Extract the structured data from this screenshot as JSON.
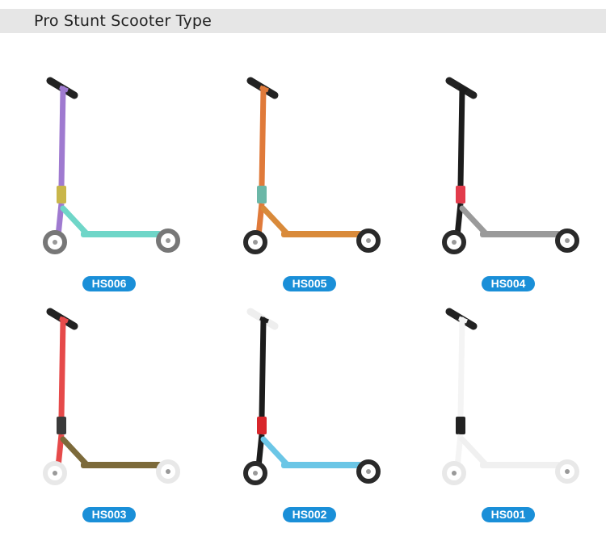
{
  "header": {
    "title": "Pro Stunt Scooter Type"
  },
  "products": [
    {
      "code": "HS006",
      "bar_color": "#9f7ad0",
      "deck_color": "#6fd6c8",
      "wheel_color": "#777777",
      "clamp_color": "#c9b64a",
      "grip_color": "#222222"
    },
    {
      "code": "HS005",
      "bar_color": "#e07a3a",
      "deck_color": "#d98a3a",
      "wheel_color": "#2a2a2a",
      "clamp_color": "#6bb7a7",
      "grip_color": "#222222"
    },
    {
      "code": "HS004",
      "bar_color": "#1c1c1c",
      "deck_color": "#9a9a9a",
      "wheel_color": "#2a2a2a",
      "clamp_color": "#e23b4b",
      "grip_color": "#222222"
    },
    {
      "code": "HS003",
      "bar_color": "#e64a4a",
      "deck_color": "#7c6a3a",
      "wheel_color": "#e8e8e8",
      "clamp_color": "#3a3a3a",
      "grip_color": "#222222"
    },
    {
      "code": "HS002",
      "bar_color": "#1c1c1c",
      "deck_color": "#6bc6e6",
      "wheel_color": "#2a2a2a",
      "clamp_color": "#d8262b",
      "grip_color": "#eeeeee"
    },
    {
      "code": "HS001",
      "bar_color": "#f4f4f4",
      "deck_color": "#f0f0f0",
      "wheel_color": "#e8e8e8",
      "clamp_color": "#222222",
      "grip_color": "#222222"
    }
  ]
}
